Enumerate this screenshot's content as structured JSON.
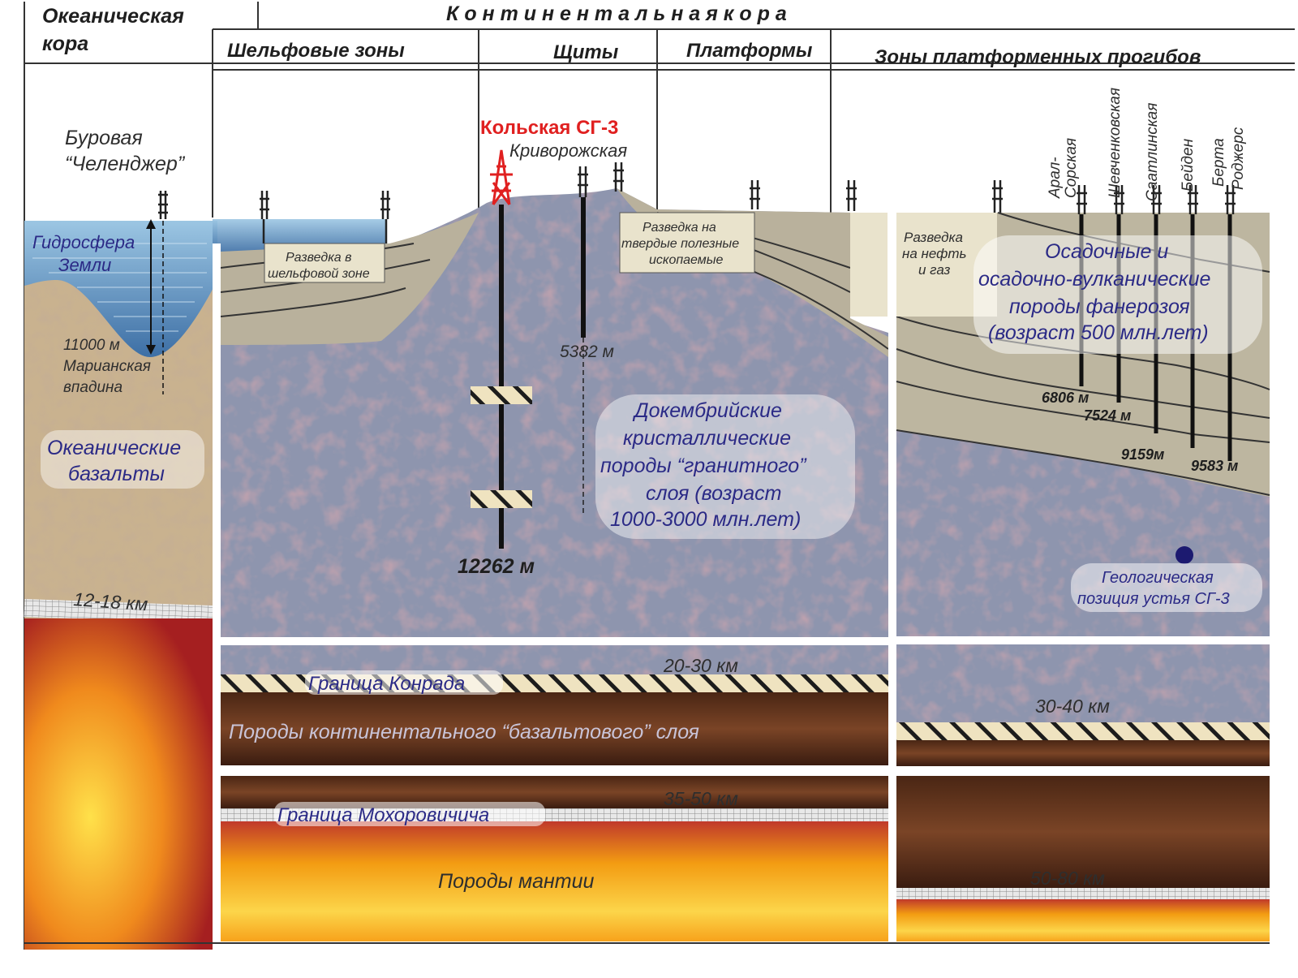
{
  "header": {
    "oceanic_crust": [
      "Океаническая",
      "кора"
    ],
    "continental_crust": "К о н т и н е н т а л ь н а я   к о р а",
    "columns": {
      "shelf": "Шельфовые зоны",
      "shields": "Щиты",
      "platforms": "Платформы",
      "troughs": "Зоны платформенных прогибов"
    }
  },
  "rigs": {
    "challenger": [
      "Буровая",
      "“Челенджер”"
    ],
    "kola": "Кольская СГ-3",
    "krivorozhskaya": "Криворожская",
    "trough_wells": [
      "Арал-",
      "Сорская",
      "Шевченковская",
      "Саатлинская",
      "Бейден",
      "Берта",
      "Роджерс"
    ]
  },
  "labels": {
    "hydrosphere": [
      "Гидросфера",
      "Земли"
    ],
    "mariana": [
      "11000 м",
      "Марианская",
      "впадина"
    ],
    "oceanic_basalts": [
      "Океанические",
      "базальты"
    ],
    "ocean_depth": "12-18 км",
    "shelf_exploration": [
      "Разведка в",
      "шельфовой зоне"
    ],
    "solid_minerals": [
      "Разведка на",
      "твердые полезные",
      "ископаемые"
    ],
    "oil_gas": [
      "Разведка",
      "на нефть",
      "и газ"
    ],
    "sedimentary": [
      "Осадочные и",
      "осадочно-вулканические",
      "породы фанерозоя",
      "(возраст 500 млн.лет)"
    ],
    "precambrian": [
      "Докембрийские",
      "кристаллические",
      "породы “гранитного”",
      "слоя (возраст",
      "1000-3000 млн.лет)"
    ],
    "kola_depth": "12262 м",
    "kriv_depth": "5382 м",
    "trough_depths": [
      "6806 м",
      "7524 м",
      "9159м",
      "9583 м"
    ],
    "geo_position": [
      "Геологическая",
      "позиция устья СГ-3"
    ],
    "conrad": "Граница Конрада",
    "conrad_depth": "20-30 км",
    "right_conrad_depth": "30-40 км",
    "basalt_layer": "Породы континентального “базальтового” слоя",
    "moho": "Граница Мохоровичича",
    "moho_depth": "35-50 км",
    "mantle": "Породы мантии",
    "right_moho_depth": "50-80 км"
  },
  "colors": {
    "water": "#5d8fbf",
    "granite": "#8b93ad",
    "sediment": "#b8b09b",
    "basalt": "#c8b091",
    "dark_basalt": "#5a2e1a",
    "mantle": "#f4b02a",
    "kola_red": "#e02020",
    "blue_text": "#2b2a86"
  }
}
